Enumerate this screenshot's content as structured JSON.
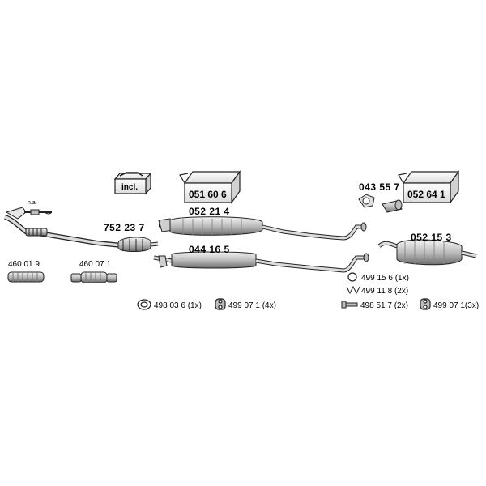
{
  "parts": {
    "box_incl": "incl.",
    "na_label": "n.a.",
    "p752237": "752 23 7",
    "p052214": "052 21 4",
    "p051606": "051 60 6",
    "p043557": "043 55 7",
    "p052641": "052 64 1",
    "p052153": "052 15 3",
    "p044165": "044 16 5",
    "p460019": "460 01 9",
    "p460071": "460 07 1"
  },
  "accessories": {
    "a498036": "498 03 6 (1x)",
    "a499071a": "499 07 1 (4x)",
    "a499156": "499 15 6  (1x)",
    "a499118": "499 11 8  (2x)",
    "a498517": "498 51 7 (2x)",
    "a499071b": "499 07 1(3x)"
  },
  "colors": {
    "line": "#222222",
    "fill_light": "#e6e6e6",
    "fill_mid": "#bdbdbd",
    "fill_dark": "#7a7a7a"
  }
}
